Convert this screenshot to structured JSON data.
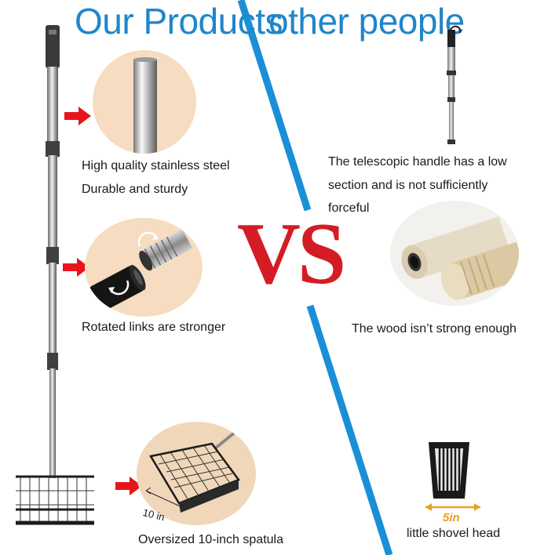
{
  "headings": {
    "ours": "Our Products",
    "theirs": "other people",
    "vs": "VS"
  },
  "ours": {
    "captions": [
      "High quality stainless steel",
      "Durable and sturdy",
      "Rotated links are stronger",
      "Oversized 10-inch spatula"
    ],
    "dimension_label": "10 in"
  },
  "theirs": {
    "captions": [
      "The telescopic handle has a low",
      "section and is not sufficiently",
      "forceful",
      "The wood isn’t strong enough",
      "little shovel head"
    ],
    "dimension_label": "5in"
  },
  "colors": {
    "heading_blue": "#1f86c9",
    "divider_blue": "#1a8fd8",
    "vs_red": "#d41c24",
    "arrow_red": "#e8141b",
    "circle_peach": "#f6dcc0",
    "dimension_orange": "#e8a020"
  },
  "icons": [
    "arrow-right-icon",
    "rotate-icon"
  ]
}
